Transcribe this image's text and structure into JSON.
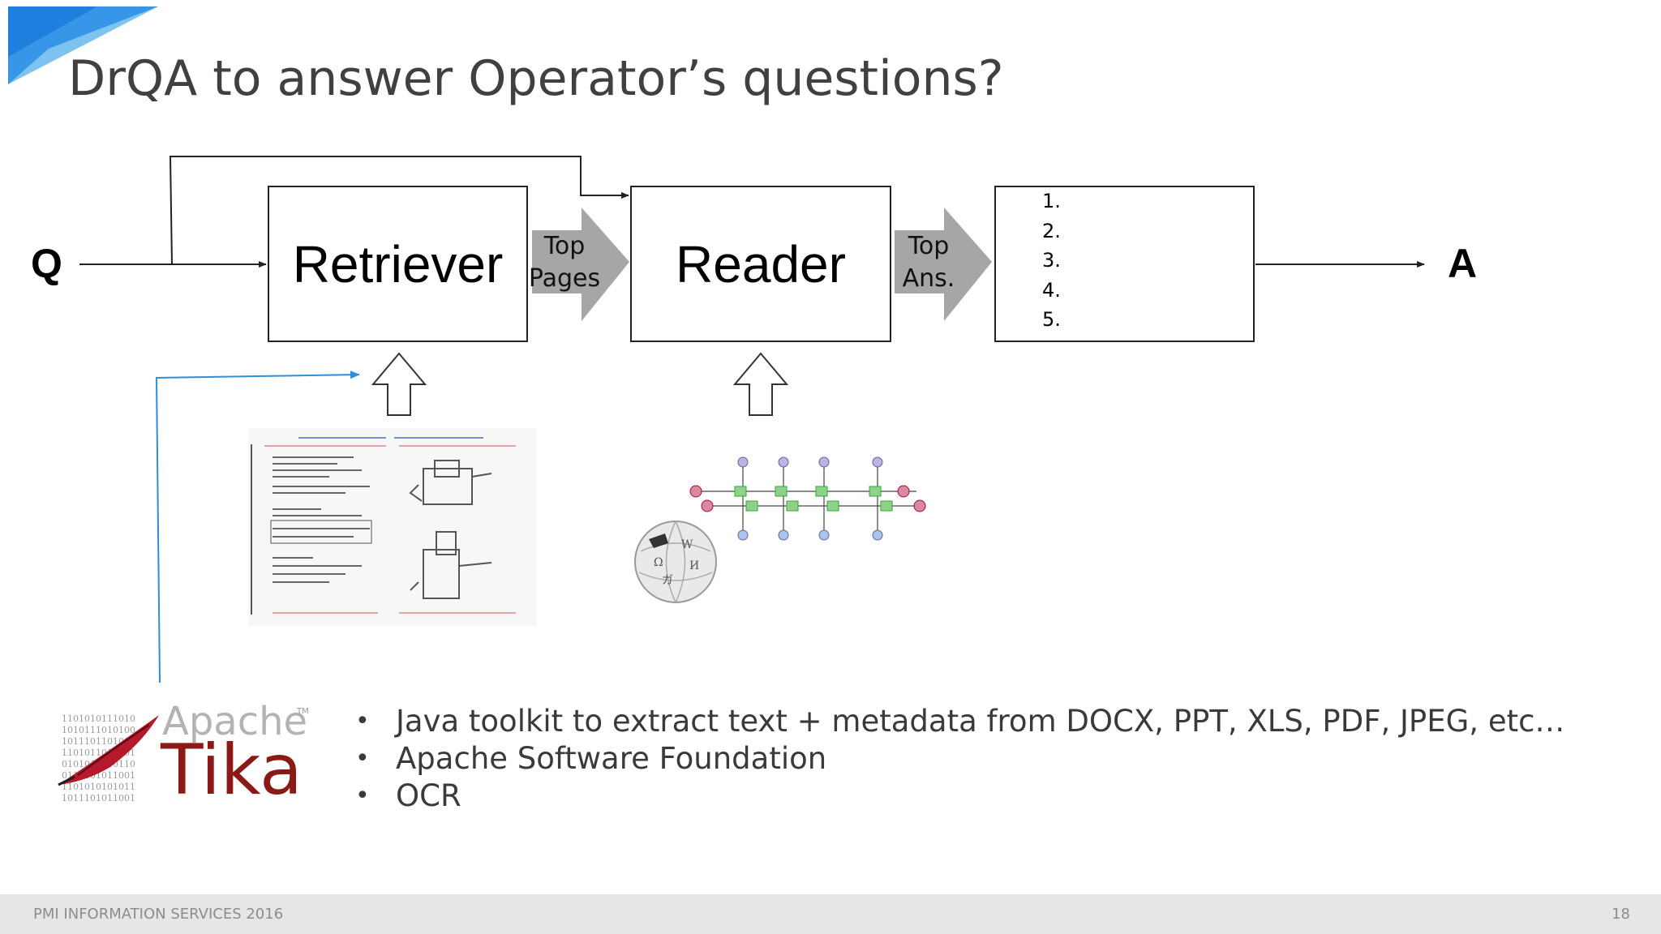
{
  "slide": {
    "title": "DrQA to answer Operator’s questions?",
    "footer_text": "PMI INFORMATION SERVICES 2016",
    "page_number": "18"
  },
  "diagram": {
    "question_label": "Q",
    "answer_label": "A",
    "retriever_label": "Retriever",
    "reader_label": "Reader",
    "top_pages_line1": "Top",
    "top_pages_line2": "Pages",
    "top_ans_line1": "Top",
    "top_ans_line2": "Ans.",
    "answer_list": [
      "1.",
      "2.",
      "3.",
      "4.",
      "5."
    ]
  },
  "tika_logo": {
    "apache": "Apache",
    "tm": "TM",
    "name": "Tika",
    "binary_lines": [
      "1101010111010",
      "1010111010100",
      "1011101101010",
      "1101011010101",
      "0101010110110",
      "0110101011001",
      "1101010101011",
      "1011101011001"
    ]
  },
  "bullets": [
    "Java toolkit to extract text + metadata from DOCX, PPT, XLS, PDF, JPEG, etc…",
    "Apache Software Foundation",
    "OCR"
  ],
  "colors": {
    "title": "#404040",
    "chevron": "#a6a6a6",
    "blue_line": "#2e8fd8",
    "tika_red": "#8b1a17",
    "footer_bg": "#e6e6e6"
  }
}
